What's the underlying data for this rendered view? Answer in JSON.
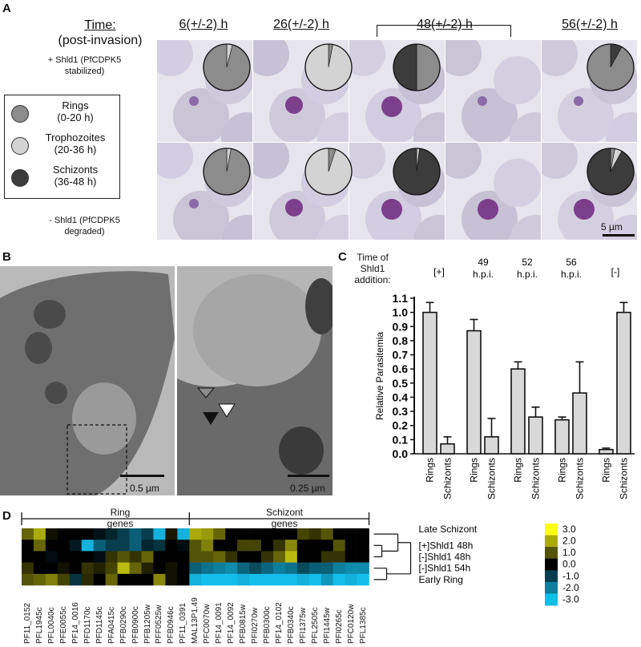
{
  "panel_labels": {
    "a": "A",
    "b": "B",
    "c": "C",
    "d": "D"
  },
  "panel_a": {
    "time_header": "Time:",
    "time_sub": "(post-invasion)",
    "timepoints": [
      "6(+/-2) h",
      "26(+/-2) h",
      "48(+/-2) h",
      "56(+/-2) h"
    ],
    "plus_label": "+ Shld1 (PfCDPK5",
    "plus_label2": "stabilized)",
    "minus_label": "- Shld1 (PfCDPK5",
    "minus_label2": "degraded)",
    "scale_bar": "5 µm",
    "legend": [
      {
        "name": "Rings",
        "range": "(0-20 h)",
        "color": "#8c8c8c"
      },
      {
        "name": "Trophozoites",
        "range": "(20-36 h)",
        "color": "#d3d3d3"
      },
      {
        "name": "Schizonts",
        "range": "(36-48 h)",
        "color": "#3c3c3c"
      }
    ],
    "pies": {
      "plus": [
        {
          "rings": 0.96,
          "troph": 0.04,
          "schiz": 0.0
        },
        {
          "rings": 0.03,
          "troph": 0.0,
          "schiz": 0.0,
          "troph_main": 0.94,
          "dark": 0.03
        },
        {
          "rings": 0.5,
          "troph": 0.0,
          "schiz": 0.5
        },
        {
          "rings": 0.92,
          "troph": 0.0,
          "schiz": 0.08
        }
      ],
      "minus": [
        {
          "rings": 0.97,
          "troph": 0.03,
          "schiz": 0.0
        },
        {
          "rings": 0.05,
          "troph": 0.95,
          "schiz": 0.0
        },
        {
          "rings": 0.0,
          "troph": 0.02,
          "schiz": 0.98
        },
        {
          "rings": 0.03,
          "troph": 0.05,
          "schiz": 0.92
        }
      ]
    }
  },
  "panel_b": {
    "scale_left": "0.5 µm",
    "scale_right": "0.25 µm"
  },
  "chart_data": {
    "type": "bar",
    "ylabel": "Relative Parasitemia",
    "ylim": [
      0,
      1.1
    ],
    "yticks": [
      "0.0",
      "0.1",
      "0.2",
      "0.3",
      "0.4",
      "0.5",
      "0.6",
      "0.7",
      "0.8",
      "0.9",
      "1.0",
      "1.1"
    ],
    "header_label_1": "Time of",
    "header_label_2": "Shld1",
    "header_label_3": "addition:",
    "groups": [
      {
        "top": "[+]",
        "top2": "",
        "rings": 1.0,
        "rings_err": 0.07,
        "schizonts": 0.07,
        "schizonts_err": 0.05
      },
      {
        "top": "49",
        "top2": "h.p.i.",
        "rings": 0.87,
        "rings_err": 0.08,
        "schizonts": 0.12,
        "schizonts_err": 0.13
      },
      {
        "top": "52",
        "top2": "h.p.i.",
        "rings": 0.6,
        "rings_err": 0.05,
        "schizonts": 0.26,
        "schizonts_err": 0.07
      },
      {
        "top": "56",
        "top2": "h.p.i.",
        "rings": 0.24,
        "rings_err": 0.02,
        "schizonts": 0.43,
        "schizonts_err": 0.22
      },
      {
        "top": "[-]",
        "top2": "",
        "rings": 0.03,
        "rings_err": 0.01,
        "schizonts": 1.0,
        "schizonts_err": 0.07
      }
    ],
    "category_labels": [
      "Rings",
      "Schizonts"
    ]
  },
  "panel_d": {
    "ring_label_1": "Ring",
    "ring_label_2": "genes",
    "schizont_label_1": "Schizont",
    "schizont_label_2": "genes",
    "genes": [
      "PF11_0152",
      "PFL1945c",
      "PFL0040c",
      "PFE0055c",
      "PF14_0016",
      "PFD1170c",
      "PFD1145c",
      "PFA0415c",
      "PFB0290c",
      "PFB0900c",
      "PFB1205w",
      "PFF0525w",
      "PFB0946c",
      "PF11_0391",
      "MAL13P1.49",
      "PFC0070w",
      "PF14_0091",
      "PF14_0092",
      "PFB0815w",
      "PFI0270w",
      "PFB0300c",
      "PF14_0102",
      "PFB0340c",
      "PFI1375w",
      "PFL2505c",
      "PFI1445w",
      "PFI0265c",
      "PFC0120w",
      "PFL1385c"
    ],
    "rows": [
      "Late Schizont",
      "[+]Shld1 48h",
      "[-]Shld1 48h",
      "[-]Shld1 54h",
      "Early Ring"
    ],
    "scale_ticks": [
      "3.0",
      "2.0",
      "1.0",
      "0.0",
      "-1.0",
      "-2.0",
      "-3.0"
    ],
    "heatmap": [
      [
        1.2,
        2.0,
        0.2,
        0.0,
        0.0,
        0.0,
        -0.3,
        -0.6,
        -1.0,
        -1.5,
        -1.0,
        -2.8,
        0.3,
        -2.8,
        2.0,
        1.8,
        1.2,
        0.0,
        0.0,
        0.0,
        0.0,
        0.0,
        0.0,
        0.8,
        0.6,
        1.0,
        0.0,
        0.0,
        0.0
      ],
      [
        0.0,
        1.2,
        0.0,
        0.0,
        -0.4,
        -2.8,
        -1.5,
        -1.0,
        -1.0,
        -1.5,
        -0.6,
        -0.8,
        0.0,
        -0.2,
        1.0,
        1.5,
        0.0,
        0.0,
        0.8,
        0.8,
        0.0,
        0.6,
        1.6,
        0.0,
        0.0,
        0.0,
        1.0,
        0.0,
        0.0
      ],
      [
        0.0,
        0.0,
        -0.2,
        0.0,
        0.0,
        0.0,
        -0.2,
        0.6,
        1.0,
        0.6,
        1.2,
        0.0,
        0.0,
        0.0,
        1.0,
        1.0,
        1.2,
        0.6,
        0.0,
        0.0,
        0.6,
        1.2,
        2.2,
        0.0,
        0.0,
        0.6,
        0.6,
        0.0,
        0.0
      ],
      [
        0.6,
        0.0,
        0.0,
        0.2,
        0.0,
        0.6,
        0.4,
        0.8,
        2.2,
        1.2,
        0.4,
        0.0,
        0.2,
        0.0,
        -1.5,
        -1.8,
        -2.0,
        -2.2,
        -1.6,
        -1.2,
        -1.6,
        -2.0,
        -1.8,
        -1.2,
        -1.5,
        -1.5,
        -2.0,
        -2.2,
        -2.2
      ],
      [
        1.0,
        1.2,
        1.5,
        0.8,
        -0.8,
        0.5,
        0.0,
        1.2,
        0.0,
        0.0,
        0.0,
        1.6,
        0.2,
        0.0,
        -2.8,
        -3.0,
        -3.0,
        -3.0,
        -2.8,
        -3.0,
        -3.0,
        -3.0,
        -3.0,
        -2.8,
        -3.0,
        -2.4,
        -3.0,
        -2.8,
        -3.0
      ]
    ]
  }
}
